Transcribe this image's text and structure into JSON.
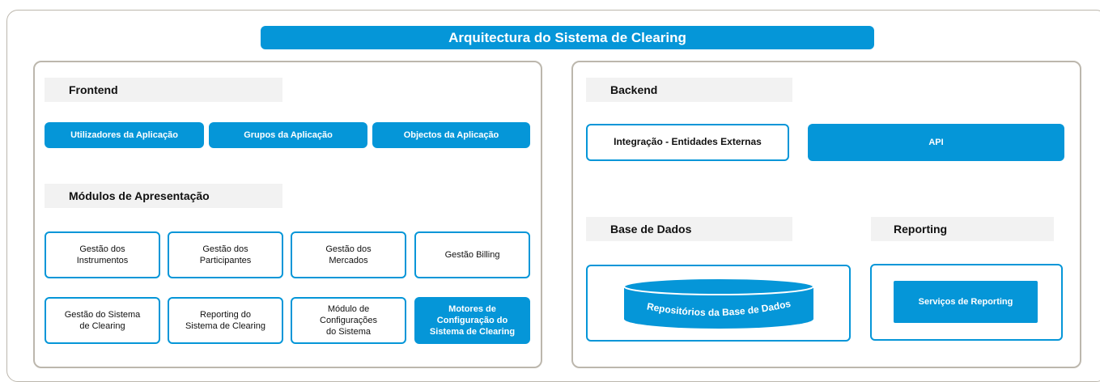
{
  "title": "Arquitectura do Sistema de Clearing",
  "frontend": {
    "header": "Frontend",
    "app_buttons": [
      "Utilizadores da Aplicação",
      "Grupos da Aplicação",
      "Objectos da Aplicação"
    ],
    "modules_header": "Módulos de Apresentação",
    "modules": [
      "Gestão dos\nInstrumentos",
      "Gestão dos\nParticipantes",
      "Gestão dos\nMercados",
      "Gestão Billing",
      "Gestão do Sistema\nde Clearing",
      "Reporting do\nSistema de Clearing",
      "Módulo de\nConfigurações\ndo Sistema",
      "Motores de\nConfiguração do\nSistema de Clearing"
    ]
  },
  "backend": {
    "header": "Backend",
    "integration": "Integração - Entidades Externas",
    "api": "API",
    "database_header": "Base de Dados",
    "database_label": "Repositórios da Base de Dados",
    "reporting_header": "Reporting",
    "reporting_service": "Serviços de Reporting"
  },
  "colors": {
    "accent": "#0596d8",
    "border": "#bcb7ad",
    "section_bg": "#f2f2f2"
  }
}
